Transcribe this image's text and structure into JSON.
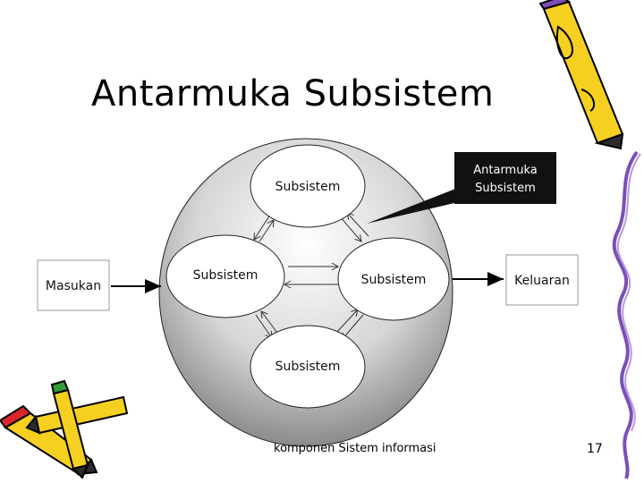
{
  "slide": {
    "title": "Antarmuka Subsistem",
    "footer": "komponen Sistem informasi",
    "page_number": "17"
  },
  "diagram": {
    "subsystem_top": "Subsistem",
    "subsystem_left": "Subsistem",
    "subsystem_right": "Subsistem",
    "subsystem_bottom": "Subsistem",
    "input_label": "Masukan",
    "output_label": "Keluaran",
    "callout_line1": "Antarmuka",
    "callout_line2": "Subsistem"
  },
  "colors": {
    "pencil_yellow": "#f5d020",
    "pencil_purple": "#7a4fb8",
    "pencil_red": "#d8262a",
    "pencil_green": "#2f9e3a",
    "callout_bg": "#111111"
  },
  "icons": [
    "pencil-icon-top-right",
    "pencils-icon-bottom-left",
    "curly-ribbon-icon"
  ]
}
